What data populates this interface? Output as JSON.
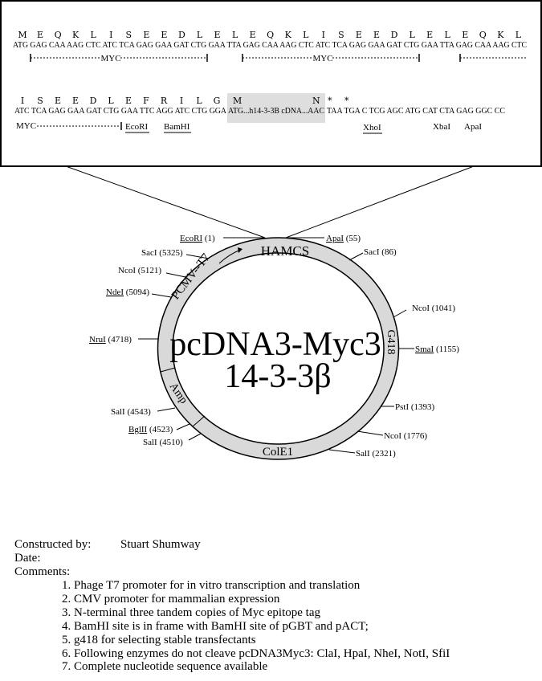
{
  "sequence_box": {
    "row1": {
      "amino_acids": [
        "M",
        "E",
        "Q",
        "K",
        "L",
        "I",
        "S",
        "E",
        "E",
        "D",
        "L",
        "E",
        "L",
        "E",
        "Q",
        "K",
        "L",
        "I",
        "S",
        "E",
        "E",
        "D",
        "L",
        "E",
        "L",
        "E",
        "Q",
        "K",
        "L"
      ],
      "codons": "ATG GAG CAA AAG CTC ATC TCA GAG GAA GAT CTG GAA TTA GAG CAA AAG CTC ATC TCA GAG GAA GAT CTG GAA TTA GAG CAA AAG CTC",
      "myc_label_1": "MYC",
      "myc_label_2": "MYC"
    },
    "row2": {
      "amino_acids": [
        "I",
        "S",
        "E",
        "E",
        "D",
        "L",
        "E",
        "F",
        "R",
        "I",
        "L",
        "G"
      ],
      "insert_start_aa": "M",
      "insert_end_aa": "N",
      "stop_1": "*",
      "stop_2": "*",
      "codons_before": "ATC TCA GAG GAA GAT CTG GAA TTC AGG ATC CTG GGA",
      "insert": "ATG...h14-3-3B cDNA...AAC",
      "codons_after": "TAA TGA C TCG AGC ATG CAT CTA GAG GGC CC",
      "myc_label": "MYC",
      "sites": {
        "ecori": "EcoRI",
        "bamhi": "BamHI",
        "xhoi": "XhoI",
        "xbai": "XbaI",
        "apai": "ApaI"
      }
    },
    "insert_highlight_color": "#dedede"
  },
  "plasmid": {
    "name": "pcDNA3-Myc3",
    "insert": "14-3-3β",
    "ring_color": "#d9d9d9",
    "features": {
      "hamcs": "HAMCS",
      "pcmv_t7": "PCMV--T7",
      "g418": "G418",
      "amp": "Amp",
      "cole1": "ColE1"
    },
    "sites": [
      {
        "name": "EcoRI",
        "pos": "(1)",
        "underlined": true
      },
      {
        "name": "ApaI",
        "pos": "(55)",
        "underlined": true
      },
      {
        "name": "SacI",
        "pos": "(5325)",
        "underlined": false
      },
      {
        "name": "SacI",
        "pos": "(86)",
        "underlined": false
      },
      {
        "name": "NcoI",
        "pos": "(5121)",
        "underlined": false
      },
      {
        "name": "NdeI",
        "pos": "(5094)",
        "underlined": true
      },
      {
        "name": "NcoI",
        "pos": "(1041)",
        "underlined": false
      },
      {
        "name": "NruI",
        "pos": "(4718)",
        "underlined": true
      },
      {
        "name": "SmaI",
        "pos": "(1155)",
        "underlined": true
      },
      {
        "name": "PstI",
        "pos": "(1393)",
        "underlined": false
      },
      {
        "name": "SalI",
        "pos": "(4543)",
        "underlined": false
      },
      {
        "name": "BglII",
        "pos": "(4523)",
        "underlined": true
      },
      {
        "name": "SalI",
        "pos": "(4510)",
        "underlined": false
      },
      {
        "name": "NcoI",
        "pos": "(1776)",
        "underlined": false
      },
      {
        "name": "SalI",
        "pos": "(2321)",
        "underlined": false
      }
    ]
  },
  "info": {
    "constructed_by_label": "Constructed by:",
    "constructed_by": "Stuart Shumway",
    "date_label": "Date:",
    "comments_label": "Comments:",
    "comments": [
      "1. Phage T7 promoter for in vitro transcription and translation",
      "2. CMV promoter for mammalian expression",
      "3. N-terminal three tandem copies of Myc epitope tag",
      "4. BamHI site is in frame with BamHI site of pGBT and pACT;",
      "5. g418 for selecting stable transfectants",
      "6. Following enzymes do not cleave pcDNA3Myc3: ClaI, HpaI, NheI, NotI, SfiI",
      "7. Complete nucleotide sequence available"
    ]
  }
}
